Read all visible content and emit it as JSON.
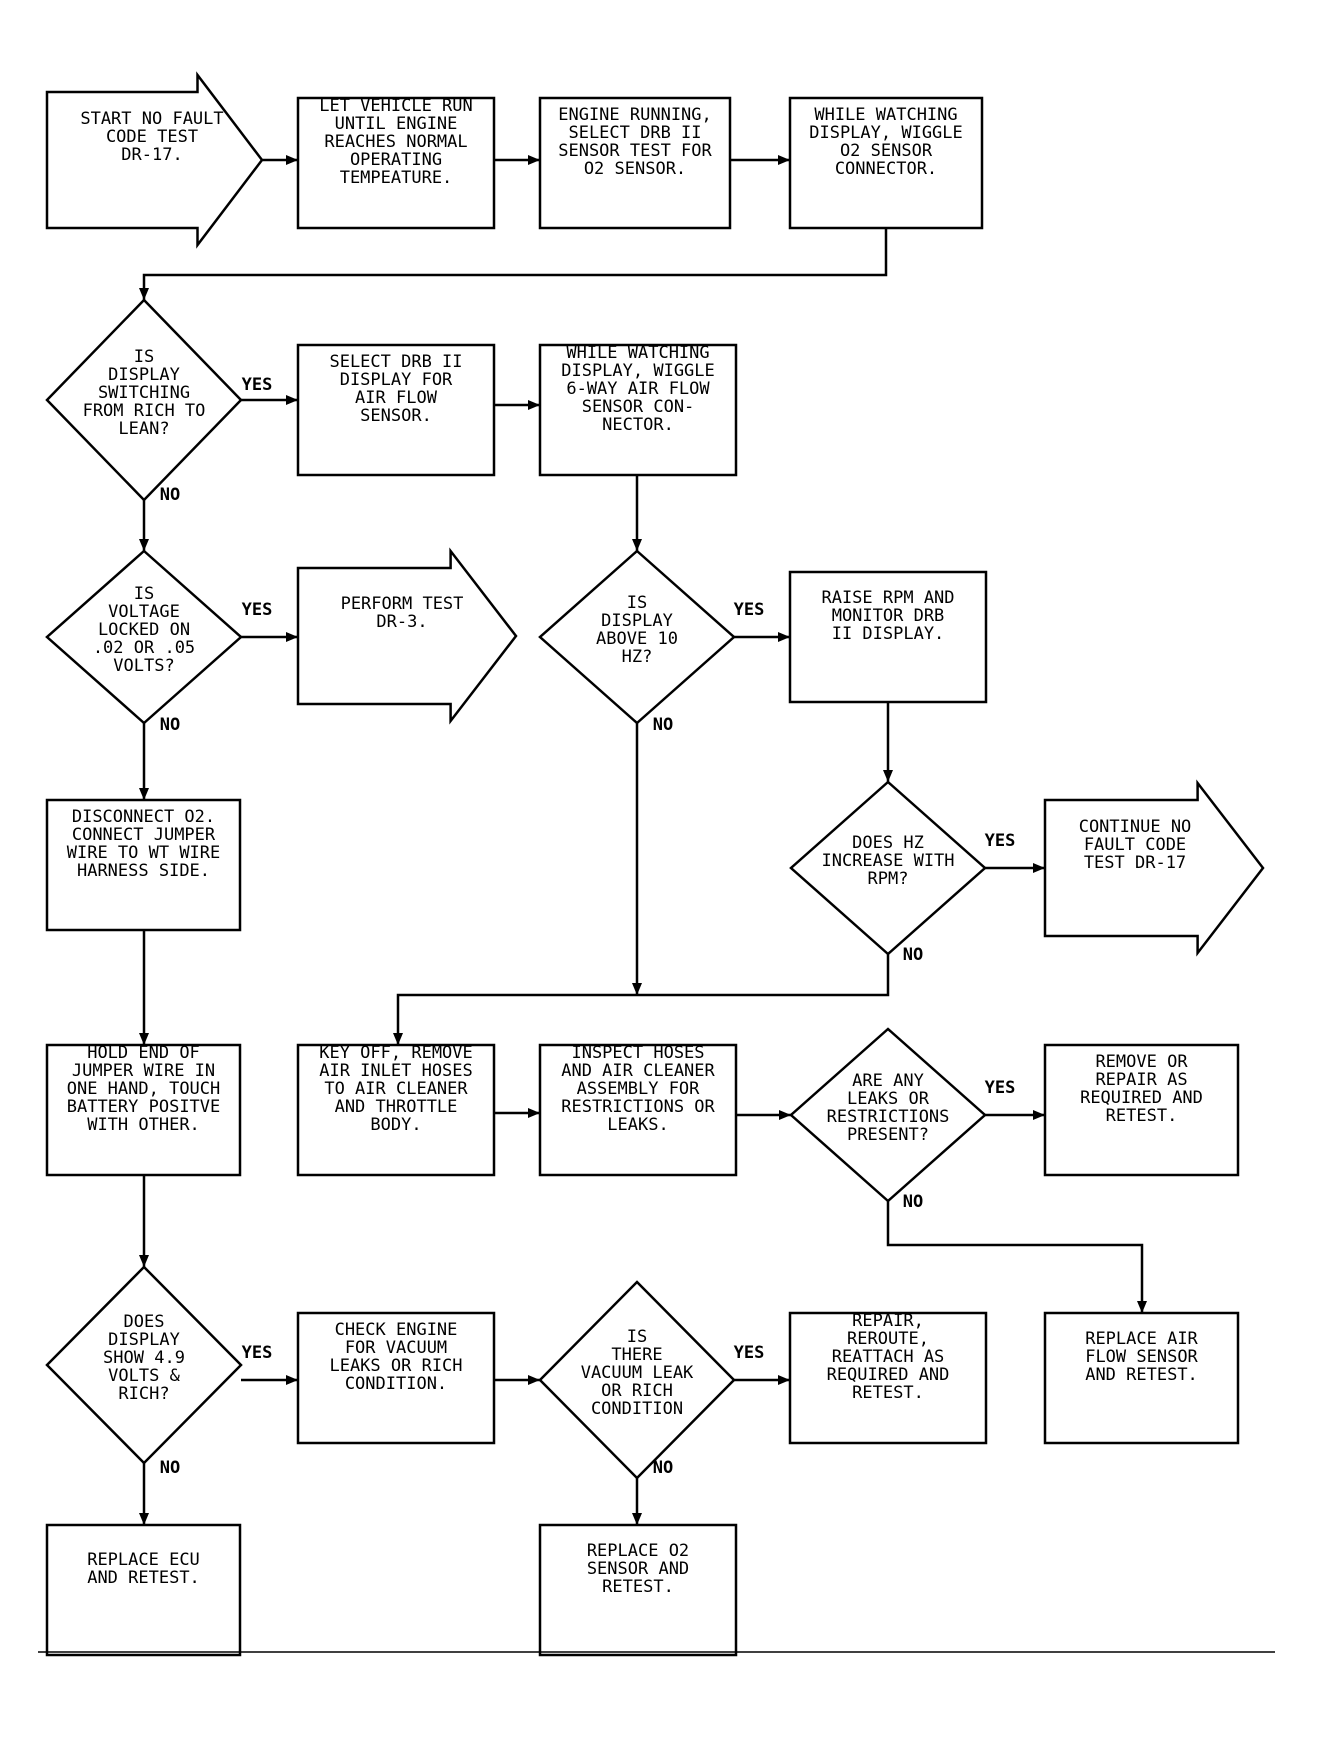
{
  "nodes": {
    "start": [
      "START NO FAULT",
      "CODE TEST",
      "DR-17."
    ],
    "let_run": [
      "LET VEHICLE RUN",
      "UNTIL ENGINE",
      "REACHES NORMAL",
      "OPERATING",
      "TEMPEATURE."
    ],
    "engine_running": [
      "ENGINE RUNNING,",
      "SELECT DRB II",
      "SENSOR TEST FOR",
      "O2 SENSOR."
    ],
    "wiggle_o2": [
      "WHILE WATCHING",
      "DISPLAY, WIGGLE",
      "O2 SENSOR",
      "CONNECTOR."
    ],
    "switching": [
      "IS",
      "DISPLAY",
      "SWITCHING",
      "FROM RICH TO",
      "LEAN?"
    ],
    "select_air": [
      "SELECT DRB II",
      "DISPLAY FOR",
      "AIR FLOW",
      "SENSOR."
    ],
    "wiggle_air": [
      "WHILE WATCHING",
      "DISPLAY, WIGGLE",
      "6-WAY AIR FLOW",
      "SENSOR CON-",
      "NECTOR."
    ],
    "voltage_locked": [
      "IS",
      "VOLTAGE",
      "LOCKED ON",
      ".02 OR .05",
      "VOLTS?"
    ],
    "perform_dr3": [
      "PERFORM TEST",
      "DR-3."
    ],
    "above_10hz": [
      "IS",
      "DISPLAY",
      "ABOVE 10",
      "HZ?"
    ],
    "raise_rpm": [
      "RAISE RPM AND",
      "MONITOR DRB",
      "II DISPLAY."
    ],
    "hz_increase": [
      "DOES HZ",
      "INCREASE WITH",
      "RPM?"
    ],
    "continue": [
      "CONTINUE NO",
      "FAULT CODE",
      "TEST DR-17"
    ],
    "disconnect_o2": [
      "DISCONNECT O2.",
      "CONNECT JUMPER",
      "WIRE TO WT WIRE",
      "HARNESS SIDE."
    ],
    "hold_jumper": [
      "HOLD END OF",
      "JUMPER WIRE IN",
      "ONE HAND, TOUCH",
      "BATTERY POSITVE",
      "WITH OTHER."
    ],
    "key_off": [
      "KEY OFF, REMOVE",
      "AIR INLET HOSES",
      "TO AIR CLEANER",
      "AND THROTTLE",
      "BODY."
    ],
    "inspect_hoses": [
      "INSPECT HOSES",
      "AND AIR CLEANER",
      "ASSEMBLY FOR",
      "RESTRICTIONS OR",
      "LEAKS."
    ],
    "any_leaks": [
      "ARE ANY",
      "LEAKS OR",
      "RESTRICTIONS",
      "PRESENT?"
    ],
    "remove_repair": [
      "REMOVE OR",
      "REPAIR AS",
      "REQUIRED AND",
      "RETEST."
    ],
    "show_49": [
      "DOES",
      "DISPLAY",
      "SHOW 4.9",
      "VOLTS &",
      "RICH?"
    ],
    "check_vacuum": [
      "CHECK ENGINE",
      "FOR VACUUM",
      "LEAKS OR RICH",
      "CONDITION."
    ],
    "vacuum_leak": [
      "IS",
      "THERE",
      "VACUUM LEAK",
      "OR RICH",
      "CONDITION"
    ],
    "repair_reroute": [
      "REPAIR,",
      "REROUTE,",
      "REATTACH AS",
      "REQUIRED AND",
      "RETEST."
    ],
    "replace_airflow": [
      "REPLACE AIR",
      "FLOW SENSOR",
      "AND RETEST."
    ],
    "replace_ecu": [
      "REPLACE ECU",
      "AND RETEST."
    ],
    "replace_o2": [
      "REPLACE O2",
      "SENSOR AND",
      "RETEST."
    ]
  },
  "labels": {
    "yes": "YES",
    "no": "NO"
  }
}
